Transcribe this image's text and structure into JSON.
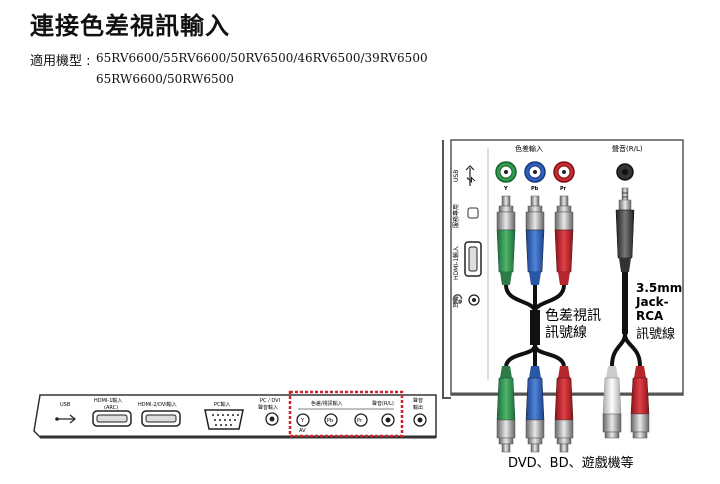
{
  "title": "連接色差視訊輸入",
  "models": {
    "label": "適用機型 :",
    "line1": "65RV6600/55RV6600/50RV6500/46RV6500/39RV6500",
    "line2": "65RW6600/50RW6500"
  },
  "side_panel": {
    "usb": "USB",
    "service": "服務專用",
    "hdmi1": "HDMI-1輸入",
    "headphone": "耳機"
  },
  "component_header": "色差輸入",
  "audio_header": "聲音(R/L)",
  "connector_letters": [
    "Y",
    "Pb",
    "Pr"
  ],
  "cable_component": [
    "色差視訊",
    "訊號線"
  ],
  "cable_audio": [
    "3.5mm",
    "Jack-",
    "RCA",
    "訊號線"
  ],
  "devices": "DVD、BD、遊戲機等",
  "bottom_panel": {
    "usb": "USB",
    "hdmi1": [
      "HDMI-1輸入",
      "(ARC)"
    ],
    "hdmi2": "HDMI-2/DVI輸入",
    "pc": "PC輸入",
    "pcdvi_audio": [
      "PC / DVI",
      "聲音輸入"
    ],
    "comp_av": "色差/視訊輸入",
    "audio": "聲音(R/L)",
    "av": "AV",
    "comp_letters": [
      "Y",
      "Pb",
      "Pr"
    ],
    "audio_out": [
      "聲音",
      "輸出"
    ]
  }
}
